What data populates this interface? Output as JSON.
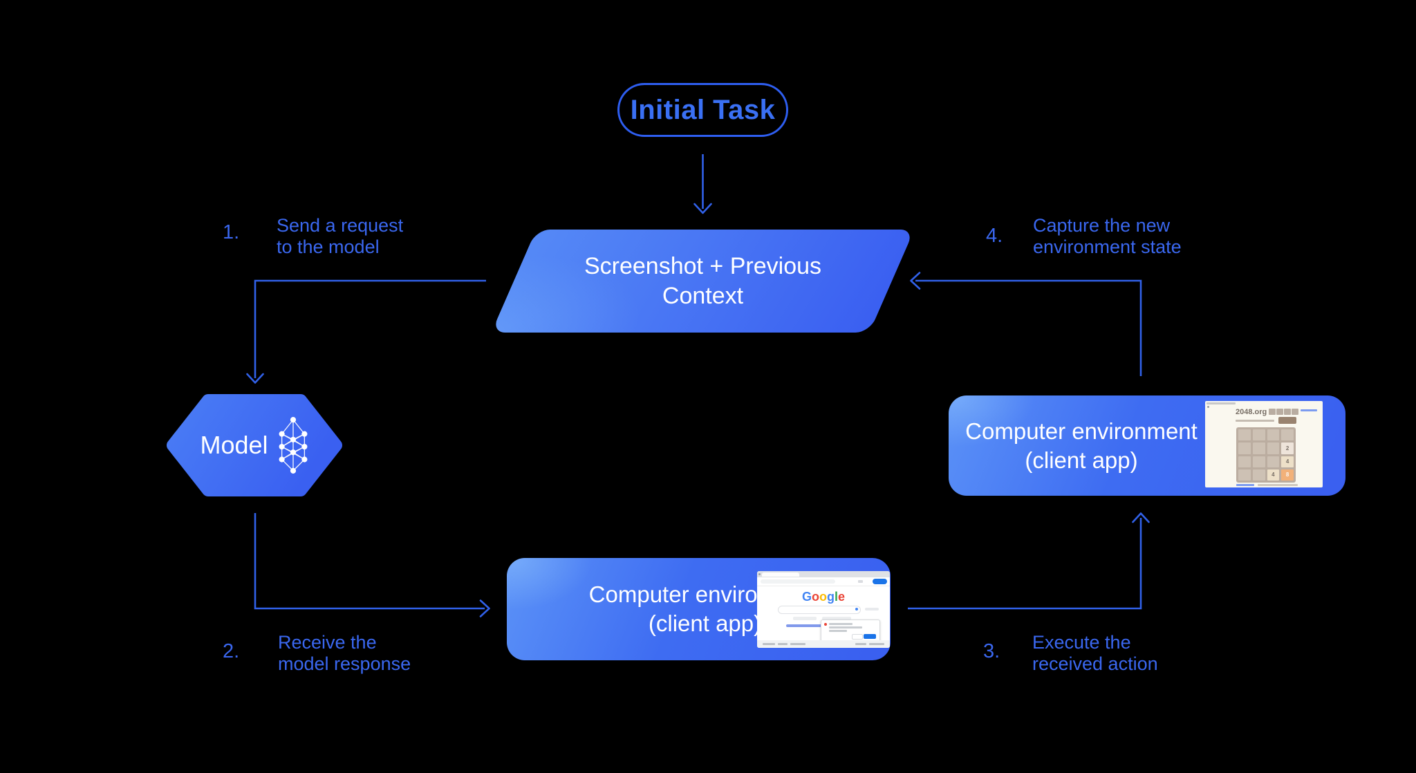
{
  "diagram": {
    "initial_task": "Initial Task",
    "screenshot_context": {
      "line1": "Screenshot + Previous",
      "line2": "Context"
    },
    "model": "Model",
    "env_bottom": {
      "line1": "Computer environment",
      "line2": "(client app)"
    },
    "env_right": {
      "line1": "Computer environment",
      "line2": "(client app)"
    }
  },
  "steps": [
    {
      "num": "1.",
      "line1": "Send a request",
      "line2": "to the model"
    },
    {
      "num": "2.",
      "line1": "Receive the",
      "line2": "model response"
    },
    {
      "num": "3.",
      "line1": "Execute the",
      "line2": "received action"
    },
    {
      "num": "4.",
      "line1": "Capture the new",
      "line2": "environment state"
    }
  ],
  "colors": {
    "background": "#000000",
    "arrow": "#3161e9",
    "label_text": "#3a67ef",
    "pill_border": "#2e5ef0",
    "pill_text": "#3a70f4",
    "shape_gradient_light": "#5589f6",
    "shape_gradient_dark": "#3a5ff1",
    "node_text": "#ffffff"
  },
  "google_thumb": {
    "logo_letters": [
      {
        "ch": "G",
        "color": "#4285F4"
      },
      {
        "ch": "o",
        "color": "#EA4335"
      },
      {
        "ch": "o",
        "color": "#FBBC05"
      },
      {
        "ch": "g",
        "color": "#4285F4"
      },
      {
        "ch": "l",
        "color": "#34A853"
      },
      {
        "ch": "e",
        "color": "#EA4335"
      }
    ]
  },
  "game_thumb": {
    "site": "2048.org",
    "tiles": [
      {
        "row": 1,
        "col": 3,
        "value": "2",
        "bg": "#eee4da",
        "fg": "#776e65"
      },
      {
        "row": 2,
        "col": 3,
        "value": "4",
        "bg": "#ede0c8",
        "fg": "#776e65"
      },
      {
        "row": 3,
        "col": 2,
        "value": "4",
        "bg": "#ede0c8",
        "fg": "#776e65"
      },
      {
        "row": 3,
        "col": 3,
        "value": "8",
        "bg": "#f2b179",
        "fg": "#f9f6f2"
      }
    ]
  }
}
